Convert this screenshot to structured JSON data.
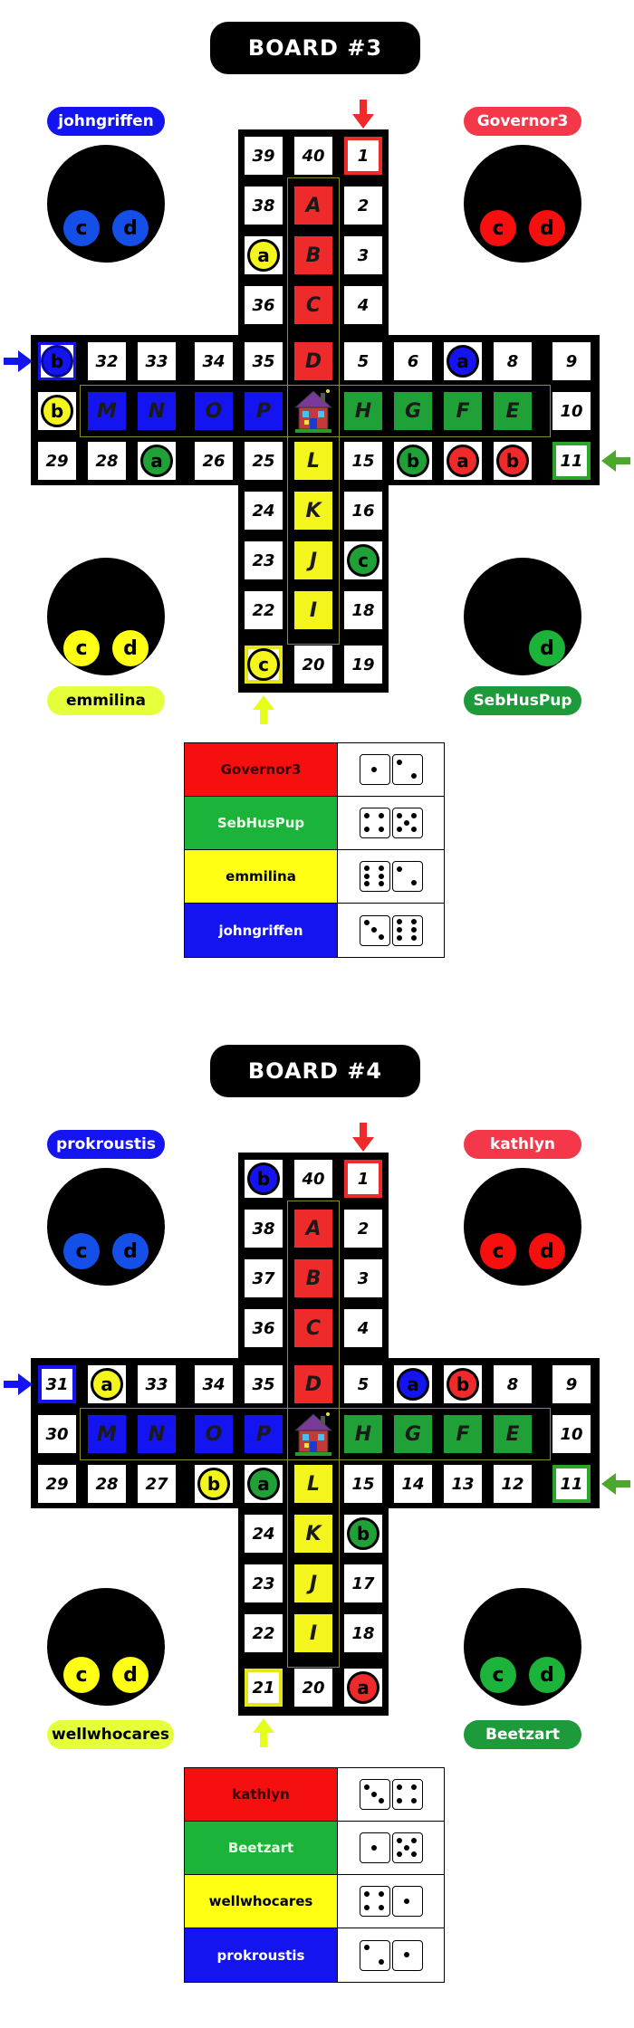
{
  "colors": {
    "red": "#ee2a2a",
    "green": "#1fa138",
    "yellow": "#f5f51e",
    "blue": "#1414f0",
    "home_red": "#f50f0f",
    "home_green": "#1bb33a",
    "home_yellow": "#ffff14",
    "home_blue": "#1450e8",
    "label_red": "#f5374a",
    "label_green": "#1d9a3a",
    "label_yellow": "#e5ff3a",
    "label_blue": "#1414f0"
  },
  "boards": [
    {
      "title": "BOARD  #3",
      "players": {
        "blue": "johngriffen",
        "red": "Governor3",
        "yellow": "emmilina",
        "green": "SebHusPup"
      },
      "track": {
        "c39": "39",
        "c40": "40",
        "c1": "1",
        "c38": "38",
        "c2": "2",
        "c3": "3",
        "c36": "36",
        "c4": "4",
        "c32": "32",
        "c33": "33",
        "c34": "34",
        "c35": "35",
        "c5": "5",
        "c6": "6",
        "c8": "8",
        "c9": "9",
        "c10": "10",
        "c29": "29",
        "c28": "28",
        "c26": "26",
        "c25": "25",
        "c15": "15",
        "c11": "11",
        "c24": "24",
        "c16": "16",
        "c23": "23",
        "c22": "22",
        "c18": "18",
        "c20": "20",
        "c19": "19"
      },
      "lanes": {
        "red": [
          "A",
          "B",
          "C",
          "D"
        ],
        "blue": [
          "M",
          "N",
          "O",
          "P"
        ],
        "green": [
          "H",
          "G",
          "F",
          "E"
        ],
        "yellow": [
          "L",
          "K",
          "J",
          "I"
        ]
      },
      "pieces": {
        "p1": "a",
        "p2": "b",
        "p3": "a",
        "p4": "b",
        "p5": "a",
        "p6": "b",
        "p7": "a",
        "p8": "b",
        "p9": "c",
        "p10": "c"
      },
      "home": {
        "blue": [
          "c",
          "d"
        ],
        "red": [
          "c",
          "d"
        ],
        "yellow": [
          "c",
          "d"
        ],
        "green": [
          "d"
        ]
      },
      "dice": [
        {
          "name": "Governor3",
          "color": "#f50f0f",
          "d1": 1,
          "d2": 2
        },
        {
          "name": "SebHusPup",
          "color": "#1bb33a",
          "d1": 4,
          "d2": 5
        },
        {
          "name": "emmilina",
          "color": "#ffff14",
          "d1": 6,
          "d2": 2
        },
        {
          "name": "johngriffen",
          "color": "#1414f0",
          "d1": 3,
          "d2": 6
        }
      ]
    },
    {
      "title": "BOARD  #4",
      "players": {
        "blue": "prokroustis",
        "red": "kathlyn",
        "yellow": "wellwhocares",
        "green": "Beetzart"
      },
      "track": {
        "c40": "40",
        "c1": "1",
        "c38": "38",
        "c2": "2",
        "c37": "37",
        "c3": "3",
        "c36": "36",
        "c4": "4",
        "c31": "31",
        "c33": "33",
        "c34": "34",
        "c35": "35",
        "c5": "5",
        "c8": "8",
        "c9": "9",
        "c30": "30",
        "c10": "10",
        "c29": "29",
        "c28": "28",
        "c27": "27",
        "c15": "15",
        "c14": "14",
        "c13": "13",
        "c12": "12",
        "c11": "11",
        "c24": "24",
        "c23": "23",
        "c17": "17",
        "c22": "22",
        "c18": "18",
        "c21": "21",
        "c20": "20"
      },
      "lanes": {
        "red": [
          "A",
          "B",
          "C",
          "D"
        ],
        "blue": [
          "M",
          "N",
          "O",
          "P"
        ],
        "green": [
          "H",
          "G",
          "F",
          "E"
        ],
        "yellow": [
          "L",
          "K",
          "J",
          "I"
        ]
      },
      "pieces": {
        "p1": "b",
        "p2": "a",
        "p3": "a",
        "p4": "b",
        "p5": "b",
        "p6": "a",
        "p7": "b",
        "p8": "a"
      },
      "home": {
        "blue": [
          "c",
          "d"
        ],
        "red": [
          "c",
          "d"
        ],
        "yellow": [
          "c",
          "d"
        ],
        "green": [
          "c",
          "d"
        ]
      },
      "dice": [
        {
          "name": "kathlyn",
          "color": "#f50f0f",
          "d1": 3,
          "d2": 4
        },
        {
          "name": "Beetzart",
          "color": "#1bb33a",
          "d1": 1,
          "d2": 5
        },
        {
          "name": "wellwhocares",
          "color": "#ffff14",
          "d1": 4,
          "d2": 1
        },
        {
          "name": "prokroustis",
          "color": "#1414f0",
          "d1": 2,
          "d2": 1
        }
      ]
    }
  ]
}
